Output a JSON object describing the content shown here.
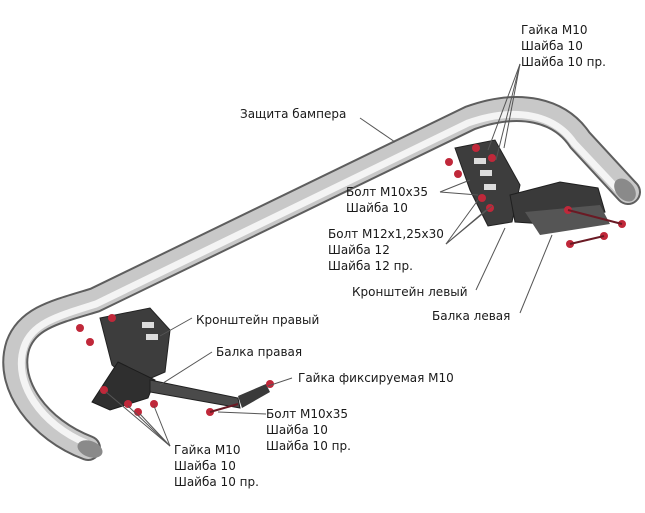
{
  "labels": {
    "nut_group_top": [
      "Гайка М10",
      "Шайба 10",
      "Шайба 10 пр."
    ],
    "bumper_guard": "Защита бампера",
    "bolt_group_mid": [
      "Болт М10х35",
      "Шайба 10"
    ],
    "bolt_group_m12": [
      "Болт М12х1,25х30",
      "Шайба 12",
      "Шайба 12 пр."
    ],
    "bracket_left": "Кронштейн левый",
    "beam_left": "Балка левая",
    "bracket_right": "Кронштейн правый",
    "beam_right": "Балка правая",
    "fixed_nut": "Гайка фиксируемая М10",
    "bolt_group_bottom": [
      "Болт М10х35",
      "Шайба 10",
      "Шайба 10 пр."
    ],
    "nut_group_bottom": [
      "Гайка М10",
      "Шайба 10",
      "Шайба 10 пр."
    ]
  },
  "colors": {
    "tube_dark": "#7b7b7b",
    "tube_light": "#ededed",
    "bracket": "#3a3a3a",
    "fastener": "#c0283a",
    "leader": "#555555"
  }
}
